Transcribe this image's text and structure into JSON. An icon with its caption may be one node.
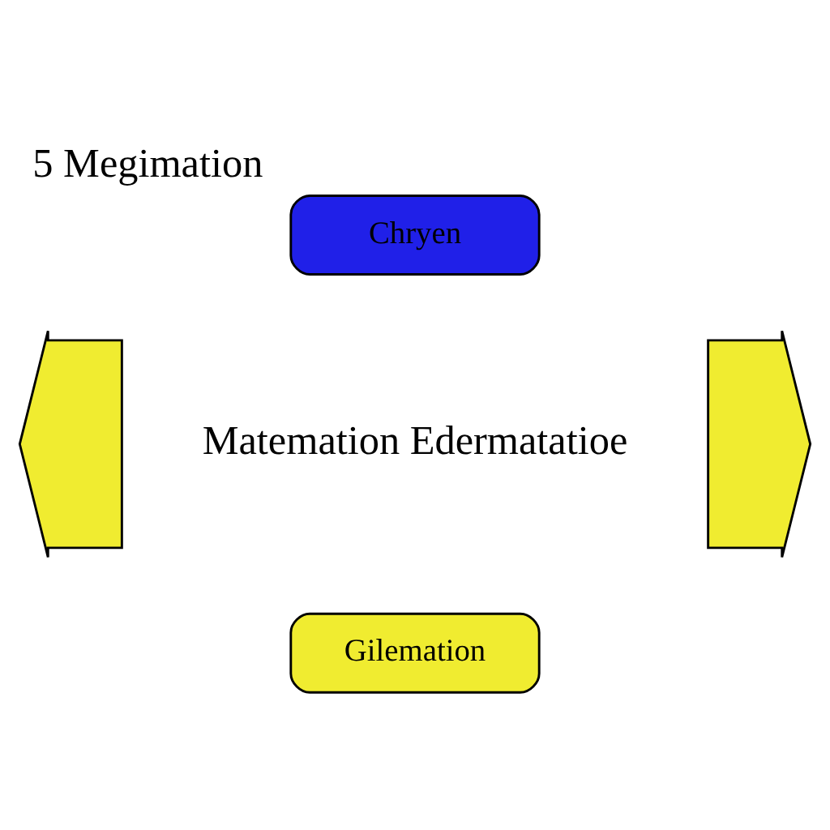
{
  "diagram": {
    "title": "5 Megimation",
    "nodes": [
      {
        "text": [
          "Chryen"
        ]
      },
      {
        "text": [],
        "shape": "arrow"
      },
      {
        "text": [],
        "shape": "arrow"
      },
      {
        "text": [
          "Gilemation"
        ]
      }
    ],
    "labels": [
      "Matemation Edermatatioe"
    ]
  }
}
